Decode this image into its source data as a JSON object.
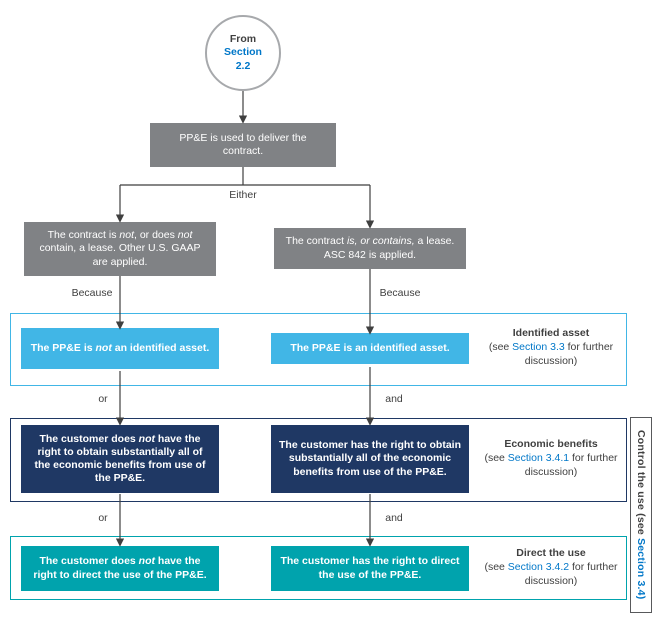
{
  "palette": {
    "gray": "#808285",
    "light_blue": "#41b6e6",
    "navy": "#1f3864",
    "teal": "#00a3ad",
    "link_blue": "#0077c8",
    "line": "#3f3f3f",
    "text": "#404040"
  },
  "start": {
    "from": "From",
    "section": "Section",
    "number": "2.2"
  },
  "top_box": {
    "text": "PP&E is used to deliver the contract."
  },
  "edge_labels": {
    "either": "Either",
    "because_left": "Because",
    "because_right": "Because",
    "or_1": "or",
    "and_1": "and",
    "or_2": "or",
    "and_2": "and"
  },
  "no_lease": {
    "p1": "The contract is ",
    "i1": "not",
    "p2": ", or does ",
    "i2": "not",
    "p3": " contain, a lease. Other U.S. GAAP are applied."
  },
  "lease": {
    "p1": "The contract ",
    "i1": "is, or contains,",
    "p2": " a lease. ASC 842 is applied."
  },
  "row_identified": {
    "left": {
      "p1": "The PP&E is ",
      "i1": "not",
      "p2": " an identified asset."
    },
    "right": {
      "text": "The PP&E is an identified asset."
    },
    "note": {
      "title": "Identified asset",
      "pre": "(see ",
      "link": "Section 3.3",
      "post": " for further discussion)"
    }
  },
  "row_economic": {
    "left": {
      "p1": "The customer does ",
      "i1": "not",
      "p2": " have the right to obtain substantially all of the economic benefits from use of the PP&E."
    },
    "right": {
      "text": "The customer has the right to obtain substantially all of the economic benefits from use of the PP&E."
    },
    "note": {
      "title": "Economic benefits",
      "pre": "(see ",
      "link": "Section 3.4.1",
      "post": " for further discussion)"
    }
  },
  "row_direct": {
    "left": {
      "p1": "The customer does ",
      "i1": "not",
      "p2": " have the right to direct the use of the PP&E."
    },
    "right": {
      "text": "The customer has the right to direct the use of the PP&E."
    },
    "note": {
      "title": "Direct the use",
      "pre": "(see ",
      "link": "Section 3.4.2",
      "post": " for further discussion)"
    }
  },
  "side_label": {
    "pre": "Control the use (see ",
    "link": "Section 3.4)"
  }
}
